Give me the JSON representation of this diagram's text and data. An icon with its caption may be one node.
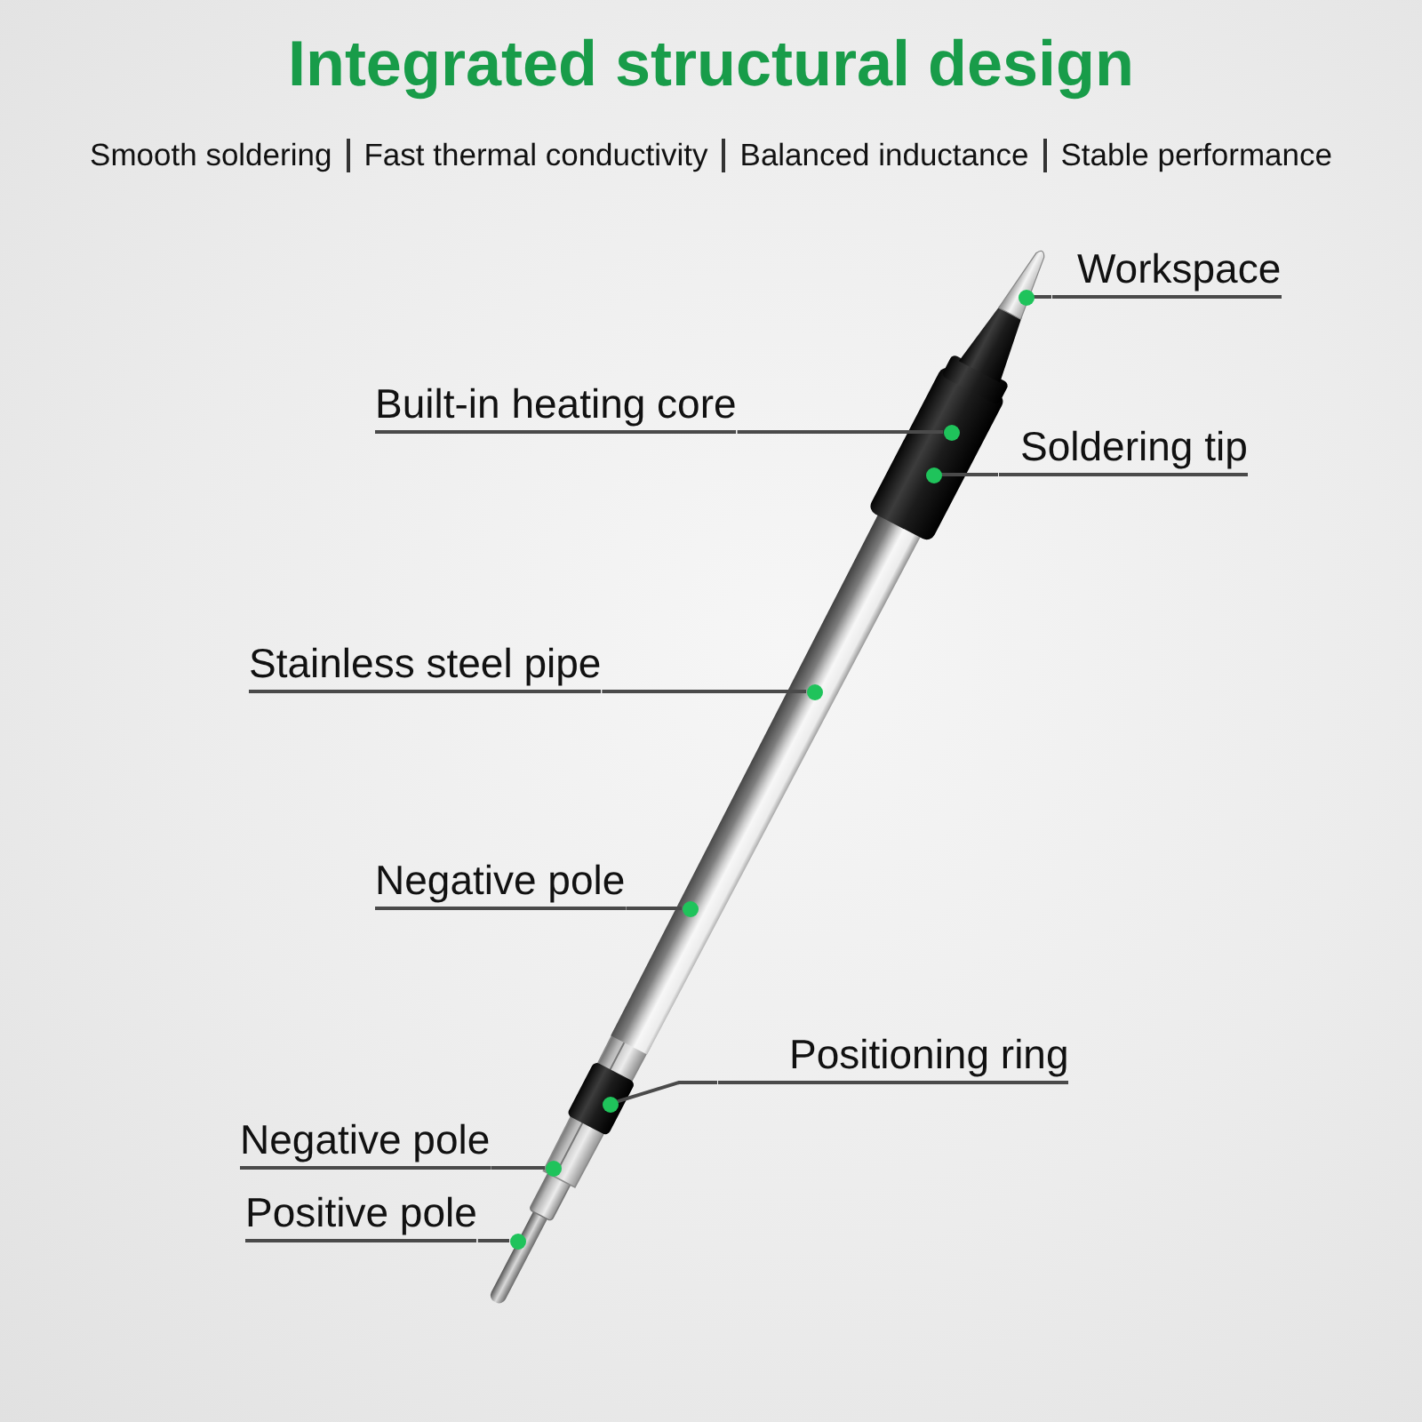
{
  "diagram": {
    "title": "Integrated structural design",
    "nodes": [
      {
        "text": [
          "Workspace"
        ]
      },
      {
        "text": [
          "Built-in heating core"
        ]
      },
      {
        "text": [
          "Soldering tip"
        ]
      },
      {
        "text": [
          "Stainless steel pipe"
        ]
      },
      {
        "text": [
          "Negative pole"
        ]
      },
      {
        "text": [
          "Positioning ring"
        ]
      },
      {
        "text": [
          "Negative pole"
        ]
      },
      {
        "text": [
          "Positive pole"
        ]
      }
    ],
    "edges": [
      {
        "from": 0,
        "to": null,
        "arrow": "none"
      },
      {
        "from": 1,
        "to": null,
        "arrow": "none"
      },
      {
        "from": 2,
        "to": null,
        "arrow": "none"
      },
      {
        "from": 3,
        "to": null,
        "arrow": "none"
      },
      {
        "from": 4,
        "to": null,
        "arrow": "none"
      },
      {
        "from": 5,
        "to": null,
        "arrow": "none"
      },
      {
        "from": 6,
        "to": null,
        "arrow": "none"
      },
      {
        "from": 7,
        "to": null,
        "arrow": "none"
      }
    ],
    "labels": [
      "Smooth soldering",
      "Fast thermal conductivity",
      "Balanced inductance",
      "Stable performance"
    ]
  }
}
